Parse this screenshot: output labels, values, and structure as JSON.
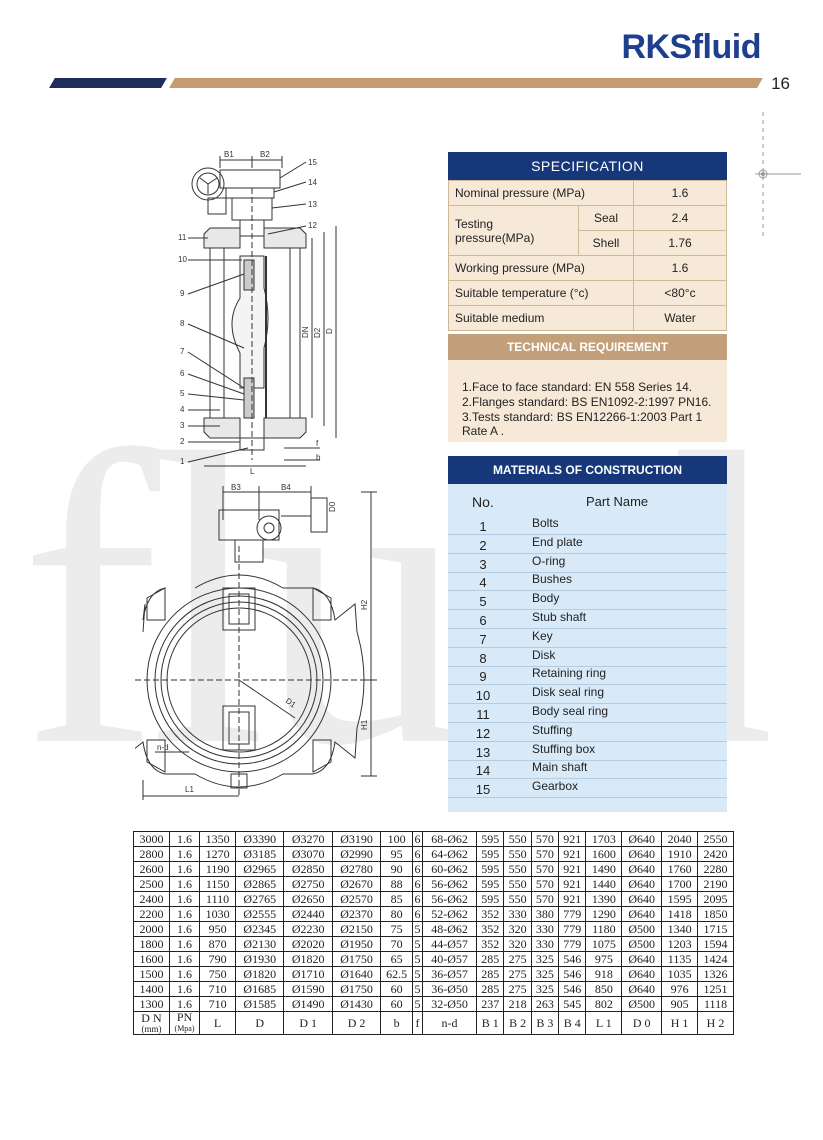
{
  "watermark": "fluid",
  "brand": "RKSfluid",
  "page_number": "16",
  "colors": {
    "navy": "#16387a",
    "tan": "#c4a07a",
    "spec_bg": "#f6e9d8",
    "materials_bg": "#d8eaf8"
  },
  "drawing_labels": {
    "side": {
      "b1": "B1",
      "b2": "B2",
      "dn": "DN",
      "d2": "D2",
      "d": "D",
      "f": "f",
      "b": "b",
      "l": "L",
      "callouts": [
        "15",
        "14",
        "13",
        "12",
        "11",
        "10",
        "9",
        "8",
        "7",
        "6",
        "5",
        "4",
        "3",
        "2",
        "1"
      ]
    },
    "front": {
      "b3": "B3",
      "b4": "B4",
      "d0": "D0",
      "h2": "H2",
      "h1": "H1",
      "l1": "L1",
      "d1": "D1",
      "nd": "n-d"
    }
  },
  "specification": {
    "title": "SPECIFICATION",
    "nominal_label": "Nominal pressure (MPa)",
    "nominal_value": "1.6",
    "testing_label": "Testing pressure(MPa)",
    "seal_label": "Seal",
    "seal_value": "2.4",
    "shell_label": "Shell",
    "shell_value": "1.76",
    "working_label": "Working pressure (MPa)",
    "working_value": "1.6",
    "temp_label": "Suitable temperature (°c)",
    "temp_value": "<80°c",
    "medium_label": "Suitable medium",
    "medium_value": "Water"
  },
  "technical": {
    "title": "TECHNICAL REQUIREMENT",
    "lines": [
      "1.Face to face standard: EN 558 Series 14.",
      "2.Flanges standard: BS EN1092-2:1997 PN16.",
      "3.Tests standard: BS EN12266-1:2003 Part 1 Rate A ."
    ]
  },
  "materials": {
    "title": "MATERIALS OF CONSTRUCTION",
    "no_header": "No.",
    "part_header": "Part Name",
    "parts": [
      {
        "no": "1",
        "name": "Bolts"
      },
      {
        "no": "2",
        "name": "End plate"
      },
      {
        "no": "3",
        "name": "O-ring"
      },
      {
        "no": "4",
        "name": "Bushes"
      },
      {
        "no": "5",
        "name": "Body"
      },
      {
        "no": "6",
        "name": "Stub shaft"
      },
      {
        "no": "7",
        "name": "Key"
      },
      {
        "no": "8",
        "name": "Disk"
      },
      {
        "no": "9",
        "name": "Retaining ring"
      },
      {
        "no": "10",
        "name": "Disk seal ring"
      },
      {
        "no": "11",
        "name": "Body seal ring"
      },
      {
        "no": "12",
        "name": "Stuffing"
      },
      {
        "no": "13",
        "name": "Stuffing box"
      },
      {
        "no": "14",
        "name": "Main shaft"
      },
      {
        "no": "15",
        "name": "Gearbox"
      }
    ]
  },
  "dimensions": {
    "header": {
      "dn": "D N",
      "dn_unit": "(mm)",
      "pn": "PN",
      "pn_unit": "(Mpa)",
      "cols": [
        "L",
        "D",
        "D 1",
        "D 2",
        "b",
        "f",
        "n-d",
        "B 1",
        "B 2",
        "B 3",
        "B 4",
        "L 1",
        "D 0",
        "H 1",
        "H 2"
      ]
    },
    "rows": [
      [
        "3000",
        "1.6",
        "1350",
        "Ø3390",
        "Ø3270",
        "Ø3190",
        "100",
        "6",
        "68-Ø62",
        "595",
        "550",
        "570",
        "921",
        "1703",
        "Ø640",
        "2040",
        "2550"
      ],
      [
        "2800",
        "1.6",
        "1270",
        "Ø3185",
        "Ø3070",
        "Ø2990",
        "95",
        "6",
        "64-Ø62",
        "595",
        "550",
        "570",
        "921",
        "1600",
        "Ø640",
        "1910",
        "2420"
      ],
      [
        "2600",
        "1.6",
        "1190",
        "Ø2965",
        "Ø2850",
        "Ø2780",
        "90",
        "6",
        "60-Ø62",
        "595",
        "550",
        "570",
        "921",
        "1490",
        "Ø640",
        "1760",
        "2280"
      ],
      [
        "2500",
        "1.6",
        "1150",
        "Ø2865",
        "Ø2750",
        "Ø2670",
        "88",
        "6",
        "56-Ø62",
        "595",
        "550",
        "570",
        "921",
        "1440",
        "Ø640",
        "1700",
        "2190"
      ],
      [
        "2400",
        "1.6",
        "1110",
        "Ø2765",
        "Ø2650",
        "Ø2570",
        "85",
        "6",
        "56-Ø62",
        "595",
        "550",
        "570",
        "921",
        "1390",
        "Ø640",
        "1595",
        "2095"
      ],
      [
        "2200",
        "1.6",
        "1030",
        "Ø2555",
        "Ø2440",
        "Ø2370",
        "80",
        "6",
        "52-Ø62",
        "352",
        "330",
        "380",
        "779",
        "1290",
        "Ø640",
        "1418",
        "1850"
      ],
      [
        "2000",
        "1.6",
        "950",
        "Ø2345",
        "Ø2230",
        "Ø2150",
        "75",
        "5",
        "48-Ø62",
        "352",
        "320",
        "330",
        "779",
        "1180",
        "Ø500",
        "1340",
        "1715"
      ],
      [
        "1800",
        "1.6",
        "870",
        "Ø2130",
        "Ø2020",
        "Ø1950",
        "70",
        "5",
        "44-Ø57",
        "352",
        "320",
        "330",
        "779",
        "1075",
        "Ø500",
        "1203",
        "1594"
      ],
      [
        "1600",
        "1.6",
        "790",
        "Ø1930",
        "Ø1820",
        "Ø1750",
        "65",
        "5",
        "40-Ø57",
        "285",
        "275",
        "325",
        "546",
        "975",
        "Ø640",
        "1135",
        "1424"
      ],
      [
        "1500",
        "1.6",
        "750",
        "Ø1820",
        "Ø1710",
        "Ø1640",
        "62.5",
        "5",
        "36-Ø57",
        "285",
        "275",
        "325",
        "546",
        "918",
        "Ø640",
        "1035",
        "1326"
      ],
      [
        "1400",
        "1.6",
        "710",
        "Ø1685",
        "Ø1590",
        "Ø1750",
        "60",
        "5",
        "36-Ø50",
        "285",
        "275",
        "325",
        "546",
        "850",
        "Ø640",
        "976",
        "1251"
      ],
      [
        "1300",
        "1.6",
        "710",
        "Ø1585",
        "Ø1490",
        "Ø1430",
        "60",
        "5",
        "32-Ø50",
        "237",
        "218",
        "263",
        "545",
        "802",
        "Ø500",
        "905",
        "1118"
      ]
    ]
  }
}
